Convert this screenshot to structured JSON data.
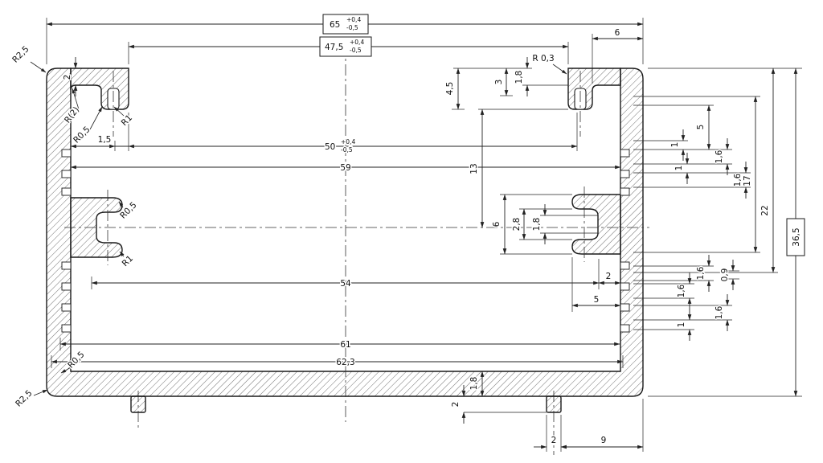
{
  "dims": {
    "w65": {
      "v": "65",
      "p": "+0,4",
      "m": "-0,5"
    },
    "w47_5": {
      "v": "47,5",
      "p": "+0,4",
      "m": "-0,5"
    },
    "w50": {
      "v": "50",
      "p": "+0,4",
      "m": "-0,5"
    },
    "w59": "59",
    "w54": "54",
    "w61": "61",
    "w62_3": "62,3",
    "h36_5": "36,5",
    "h22": "22",
    "h17": "17",
    "h13": "13",
    "t6_top": "6",
    "t6_boss": "6",
    "t2_8": "2,8",
    "t1_8_top": "1,8",
    "t1_8_boss": "1,8",
    "t1_8_bottom": "1,8",
    "t4_5": "4,5",
    "t3": "3",
    "t1_5": "1,5",
    "t2_topleft": "2",
    "t2_right": "2",
    "t2_bottom": "2",
    "t2_feet": "2",
    "t9": "9",
    "t5_right": "5",
    "t5_stack": "5",
    "t0_9": "0,9",
    "t1_a": "1",
    "t1_b": "1",
    "t1_c": "1",
    "t1_6_a": "1,6",
    "t1_6_b": "1,6",
    "t1_6_c": "1,6",
    "t1_6_d": "1,6",
    "t1_6_e": "1,6",
    "r2_5_top": "R2,5",
    "r2_5_bottom": "R2,5",
    "r0_5_top": "R0,5",
    "r0_5_boss": "R0,5",
    "r0_5_bottom": "R0,5",
    "r1_top": "R1",
    "r1_boss": "R1",
    "r_paren2": "R(2)",
    "r0_3": "R 0,3"
  },
  "colors": {
    "line": "#1a1a1a",
    "background": "#ffffff"
  }
}
